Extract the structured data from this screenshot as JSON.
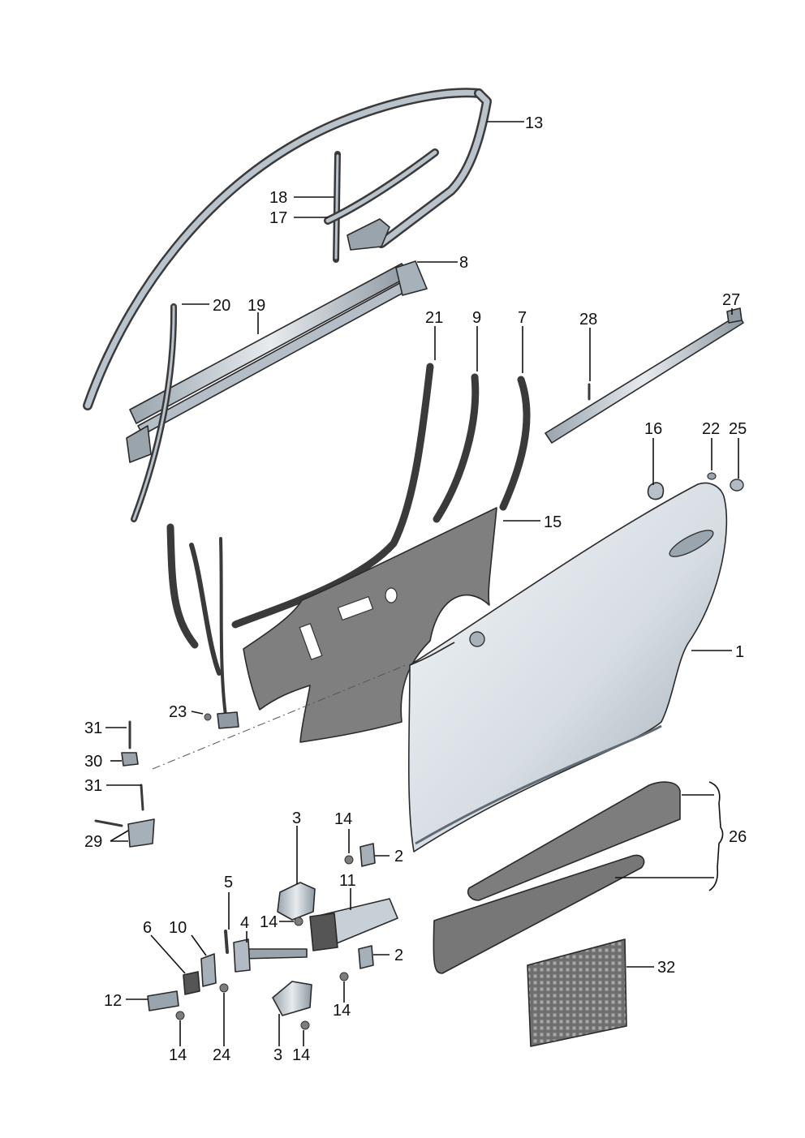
{
  "diagram": {
    "colors": {
      "metal_light": "#e4e9ee",
      "metal_mid": "#c3ccd4",
      "metal_dark": "#8f9aa3",
      "seal": "#3d3d3d",
      "insulation": "#7d7d7d",
      "line": "#111111"
    },
    "callouts": {
      "c13": "13",
      "c18": "18",
      "c17": "17",
      "c8": "8",
      "c20": "20",
      "c19": "19",
      "c21": "21",
      "c9": "9",
      "c7": "7",
      "c28": "28",
      "c27": "27",
      "c16": "16",
      "c22": "22",
      "c25": "25",
      "c15": "15",
      "c1": "1",
      "c23": "23",
      "c31a": "31",
      "c30": "30",
      "c31b": "31",
      "c29": "29",
      "c26": "26",
      "c3a": "3",
      "c14a": "14",
      "c2a": "2",
      "c11": "11",
      "c5": "5",
      "c4": "4",
      "c14b": "14",
      "c6": "6",
      "c10": "10",
      "c2b": "2",
      "c12": "12",
      "c14c": "14",
      "c32": "32",
      "c14d": "14",
      "c24": "24",
      "c3b": "3",
      "c14e": "14"
    }
  }
}
